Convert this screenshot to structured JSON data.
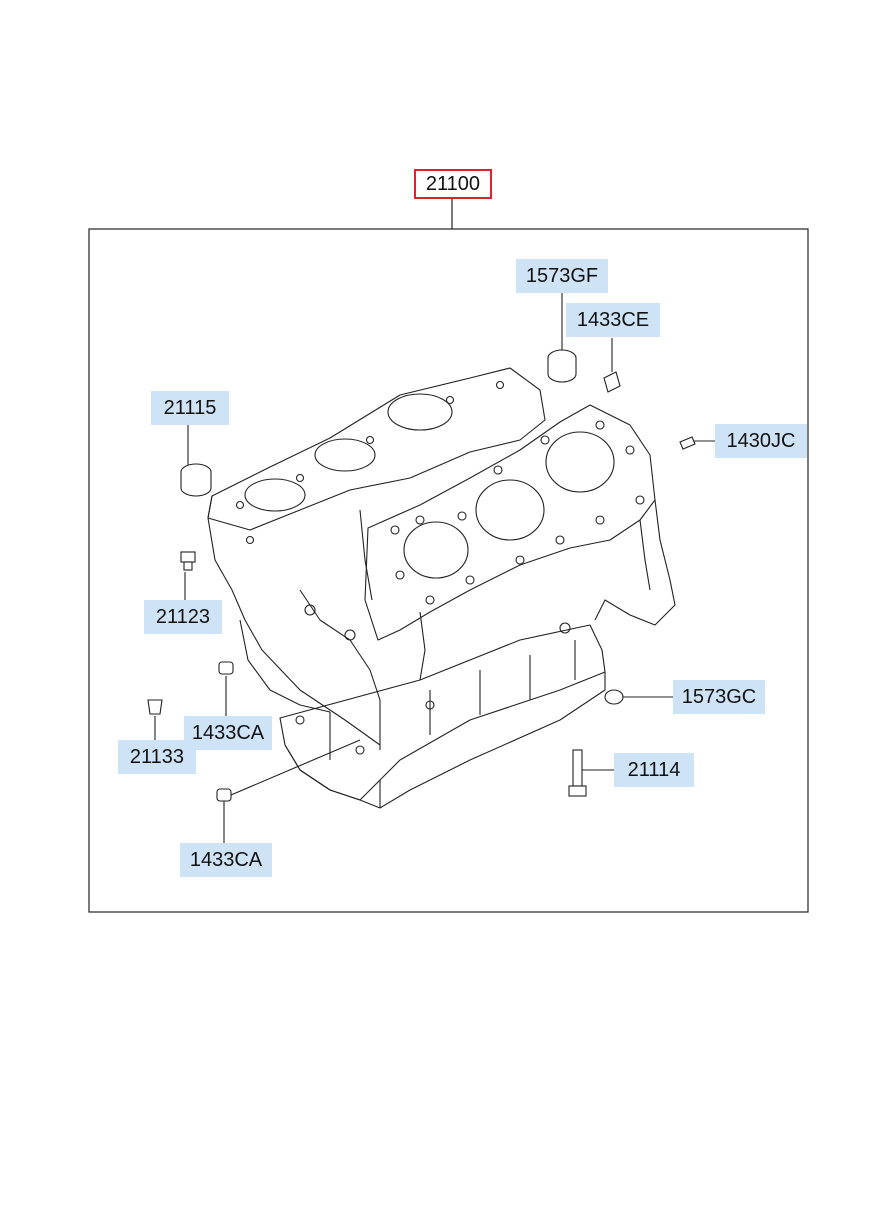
{
  "assembly": {
    "part_number": "21100",
    "highlight_color": "#d9252a"
  },
  "callouts": [
    {
      "id": "1573gf",
      "part_number": "1573GF"
    },
    {
      "id": "1433ce",
      "part_number": "1433CE"
    },
    {
      "id": "1430jc",
      "part_number": "1430JC"
    },
    {
      "id": "21115",
      "part_number": "21115"
    },
    {
      "id": "21123",
      "part_number": "21123"
    },
    {
      "id": "1433ca-upper",
      "part_number": "1433CA"
    },
    {
      "id": "21133",
      "part_number": "21133"
    },
    {
      "id": "1573gc",
      "part_number": "1573GC"
    },
    {
      "id": "21114",
      "part_number": "21114"
    },
    {
      "id": "1433ca-lower",
      "part_number": "1433CA"
    }
  ],
  "colors": {
    "callout_background": "#cfe3f7",
    "line": "#222222"
  }
}
